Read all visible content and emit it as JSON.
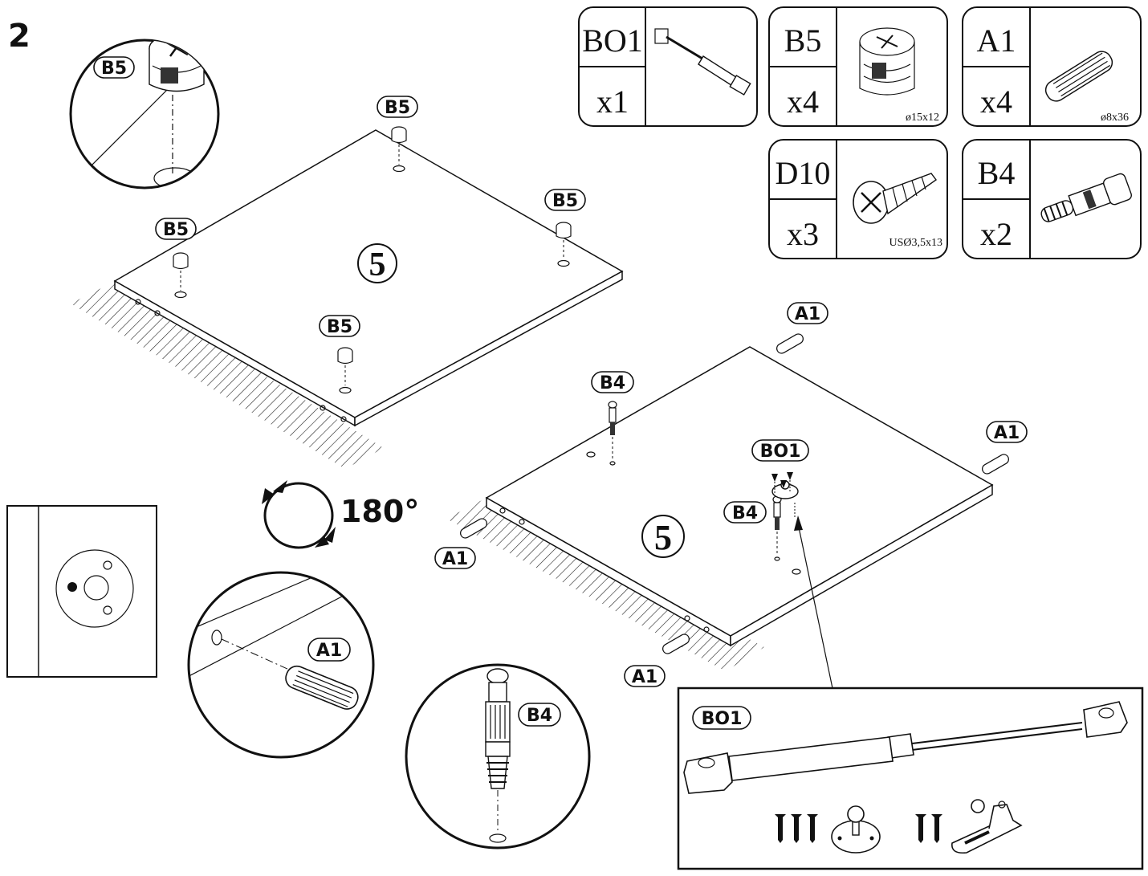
{
  "step_number": "2",
  "panel_number": "5",
  "rotation_label": "180°",
  "parts": [
    {
      "code": "BO1",
      "qty": "x1",
      "size": ""
    },
    {
      "code": "B5",
      "qty": "x4",
      "size": "ø15x12"
    },
    {
      "code": "A1",
      "qty": "x4",
      "size": "ø8x36"
    },
    {
      "code": "D10",
      "qty": "x3",
      "size": "USØ3,5x13"
    },
    {
      "code": "B4",
      "qty": "x2",
      "size": ""
    }
  ],
  "labels": {
    "b5": "B5",
    "b4": "B4",
    "a1": "A1",
    "bo1": "BO1"
  },
  "icons": {
    "bo1": "gas-strut-icon",
    "b5": "cam-lock-icon",
    "a1": "wooden-dowel-icon",
    "d10": "screw-icon",
    "b4": "cam-bolt-icon"
  }
}
